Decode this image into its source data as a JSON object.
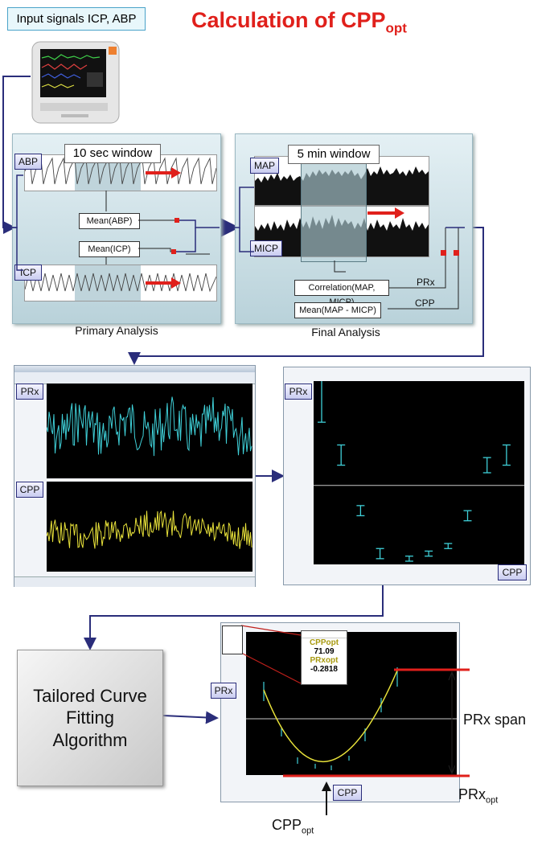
{
  "title": {
    "main": "Calculation of CPP",
    "sub": "opt"
  },
  "input_signals": "Input signals ICP, ABP",
  "primary": {
    "window": "10 sec window",
    "abp": "ABP",
    "icp": "ICP",
    "mean_abp": "Mean(ABP)",
    "mean_icp": "Mean(ICP)",
    "caption": "Primary Analysis"
  },
  "final": {
    "window": "5 min window",
    "map": "MAP",
    "micp": "MICP",
    "correlation": "Correlation(MAP, MICP)",
    "mean_diff": "Mean(MAP - MICP)",
    "prx": "PRx",
    "cpp": "CPP",
    "caption": "Final Analysis"
  },
  "timeseries": {
    "prx": "PRx",
    "cpp": "CPP"
  },
  "binned": {
    "prx": "PRx",
    "cpp": "CPP",
    "chart_data": {
      "type": "scatter",
      "x_index": [
        0,
        1,
        2,
        3,
        4,
        5,
        6,
        7,
        8,
        9,
        10
      ],
      "y": [
        0.34,
        0.12,
        -0.1,
        -0.27,
        -0.29,
        -0.27,
        -0.24,
        -0.12,
        0.08,
        0.12
      ],
      "err": [
        0.09,
        0.04,
        0.02,
        0.02,
        0.01,
        0.01,
        0.01,
        0.02,
        0.03,
        0.04
      ],
      "ylim": [
        -0.3,
        0.4
      ],
      "colors": {
        "bars": "#3fd0d8",
        "zero_line": "#c9c9c9",
        "background": "#000000"
      }
    }
  },
  "fit": {
    "algorithm": "Tailored Curve Fitting Algorithm",
    "prx": "PRx",
    "cpp": "CPP",
    "cppopt_label": "CPPopt",
    "cppopt_value": "71.09",
    "prxopt_label": "PRxopt",
    "prxopt_value": "-0.2818",
    "prx_span": "PRx span",
    "prx_opt": {
      "main": "PRx",
      "sub": "opt"
    },
    "cpp_opt": {
      "main": "CPP",
      "sub": "opt"
    }
  },
  "colors": {
    "title_red": "#e0201b",
    "arrow_navy": "#2a2d7a",
    "cyan": "#3fd0d8",
    "yellow": "#e8e23a",
    "marker_red": "#e0201b"
  },
  "icons": {
    "monitor": "patient-monitor-icon"
  }
}
